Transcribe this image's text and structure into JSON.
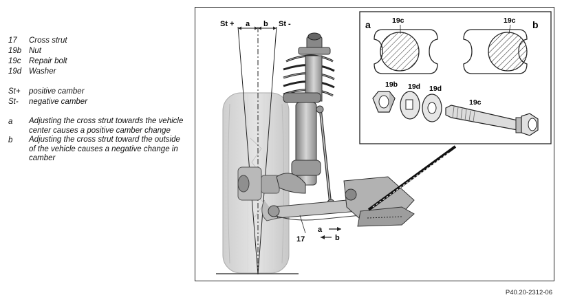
{
  "legend": {
    "parts": [
      {
        "code": "17",
        "label": "Cross strut"
      },
      {
        "code": "19b",
        "label": "Nut"
      },
      {
        "code": "19c",
        "label": "Repair bolt"
      },
      {
        "code": "19d",
        "label": "Washer"
      }
    ],
    "camber": [
      {
        "code": "St+",
        "label": "positive camber"
      },
      {
        "code": "St-",
        "label": "negative camber"
      }
    ],
    "notes": [
      {
        "code": "a",
        "text": "Adjusting the cross strut towards the vehicle center causes a positive camber change"
      },
      {
        "code": "b",
        "text": "Adjusting the cross strut toward the outside of the vehicle causes a negative change in camber"
      }
    ]
  },
  "figure": {
    "labels": {
      "st_plus": "St +",
      "st_minus": "St -",
      "a": "a",
      "b": "b",
      "part_17": "17",
      "arrow_a": "a",
      "arrow_b": "b"
    },
    "inset": {
      "view_a": "a",
      "view_b": "b",
      "bolt_19c_a": "19c",
      "bolt_19c_b": "19c",
      "nut_19b": "19b",
      "washer_19d_1": "19d",
      "washer_19d_2": "19d",
      "bolt_19c": "19c"
    }
  },
  "figure_id": "P40.20-2312-06"
}
